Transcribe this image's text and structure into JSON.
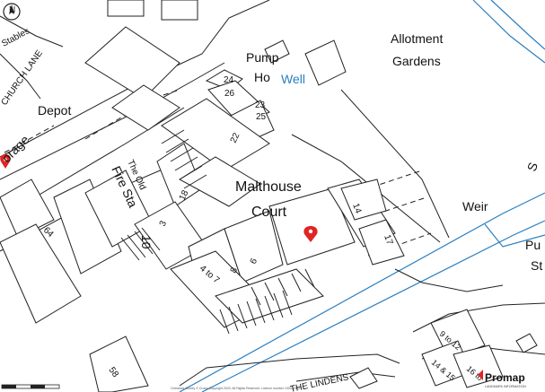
{
  "map": {
    "labels": {
      "allotment": "Allotment",
      "gardens": "Gardens",
      "pump": "Pump",
      "ho": "Ho",
      "well": "Well",
      "stables": "Stables",
      "church_lane": "CHURCH LANE",
      "depot": "Depot",
      "orage": "orage",
      "the_old": "The Old",
      "fire_sta": "Fire Sta",
      "malthouse": "Malthouse",
      "court": "Court",
      "weir": "Weir",
      "pu": "Pu",
      "st": "St",
      "s": "S",
      "the_lindens": "THE LINDENS",
      "n": "N"
    },
    "numbers": {
      "n24": "24",
      "n26": "26",
      "n23": "23",
      "n25": "25",
      "n22": "22",
      "n18": "18",
      "n10": "10",
      "n3": "3",
      "n64": "64",
      "n8": "8",
      "n6": "6",
      "n4to7": "4 to 7",
      "n14": "14",
      "n17": "17",
      "n9to12": "9 to 12",
      "n14and15": "14 & 15",
      "n16to": "16 to",
      "n58": "58"
    },
    "colors": {
      "water": "#2a7fc1",
      "marker": "#e02424",
      "linework": "#222222"
    }
  },
  "branding": {
    "name": "Promap",
    "tagline": "LANDMARK INFORMATION"
  },
  "copyright": "Ordnance Survey © Crown Copyright 2023. All Rights Reserved. Licence number 100022432"
}
